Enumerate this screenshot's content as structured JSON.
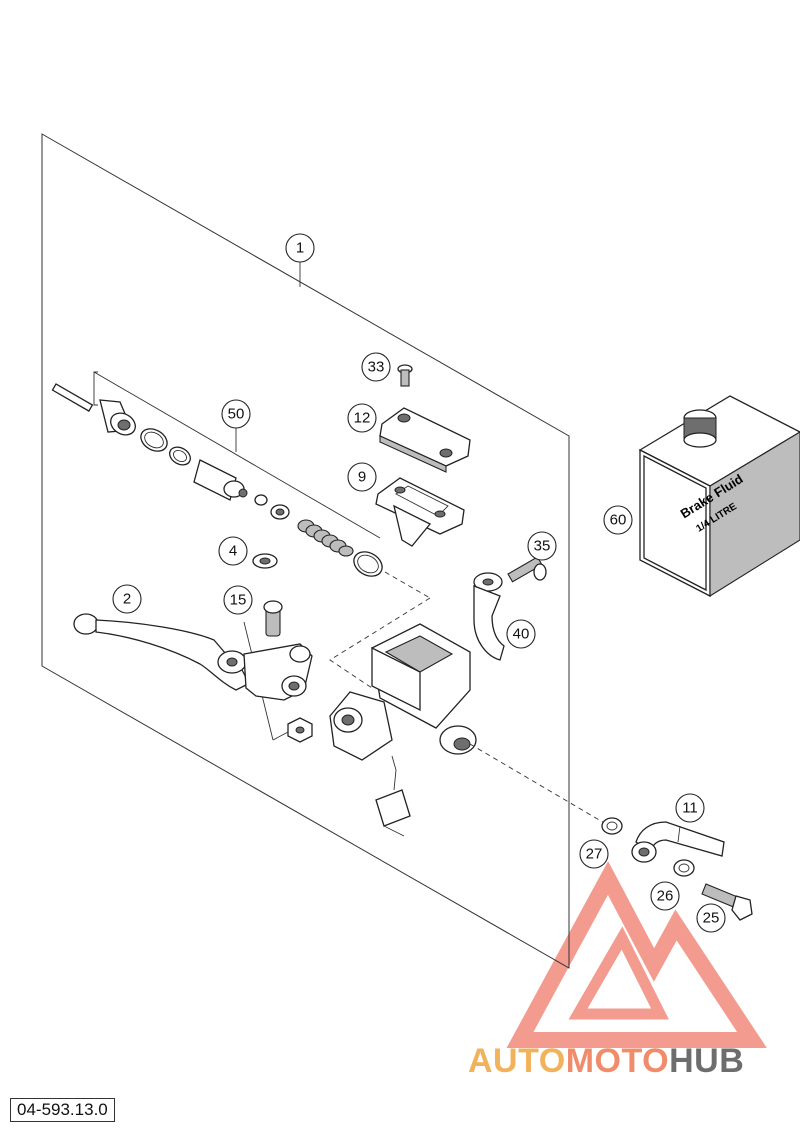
{
  "callouts": [
    {
      "id": "c1",
      "label": "1"
    },
    {
      "id": "c2",
      "label": "2"
    },
    {
      "id": "c4",
      "label": "4"
    },
    {
      "id": "c9",
      "label": "9"
    },
    {
      "id": "c11",
      "label": "11"
    },
    {
      "id": "c12",
      "label": "12"
    },
    {
      "id": "c15",
      "label": "15"
    },
    {
      "id": "c25",
      "label": "25"
    },
    {
      "id": "c26",
      "label": "26"
    },
    {
      "id": "c27",
      "label": "27"
    },
    {
      "id": "c33",
      "label": "33"
    },
    {
      "id": "c35",
      "label": "35"
    },
    {
      "id": "c40",
      "label": "40"
    },
    {
      "id": "c50",
      "label": "50"
    },
    {
      "id": "c60",
      "label": "60"
    }
  ],
  "bottle": {
    "line1": "Brake Fluid",
    "line2": "1/4 LITRE"
  },
  "diagram_code": "04-593.13.0",
  "watermark": {
    "part1": "AUTO",
    "part2": "MOTO",
    "part3": "HUB",
    "colors": {
      "part1": "#f2b25c",
      "part2": "#f08c6a",
      "part3": "#6d6d6d",
      "triangle": "#f07a6a"
    }
  }
}
